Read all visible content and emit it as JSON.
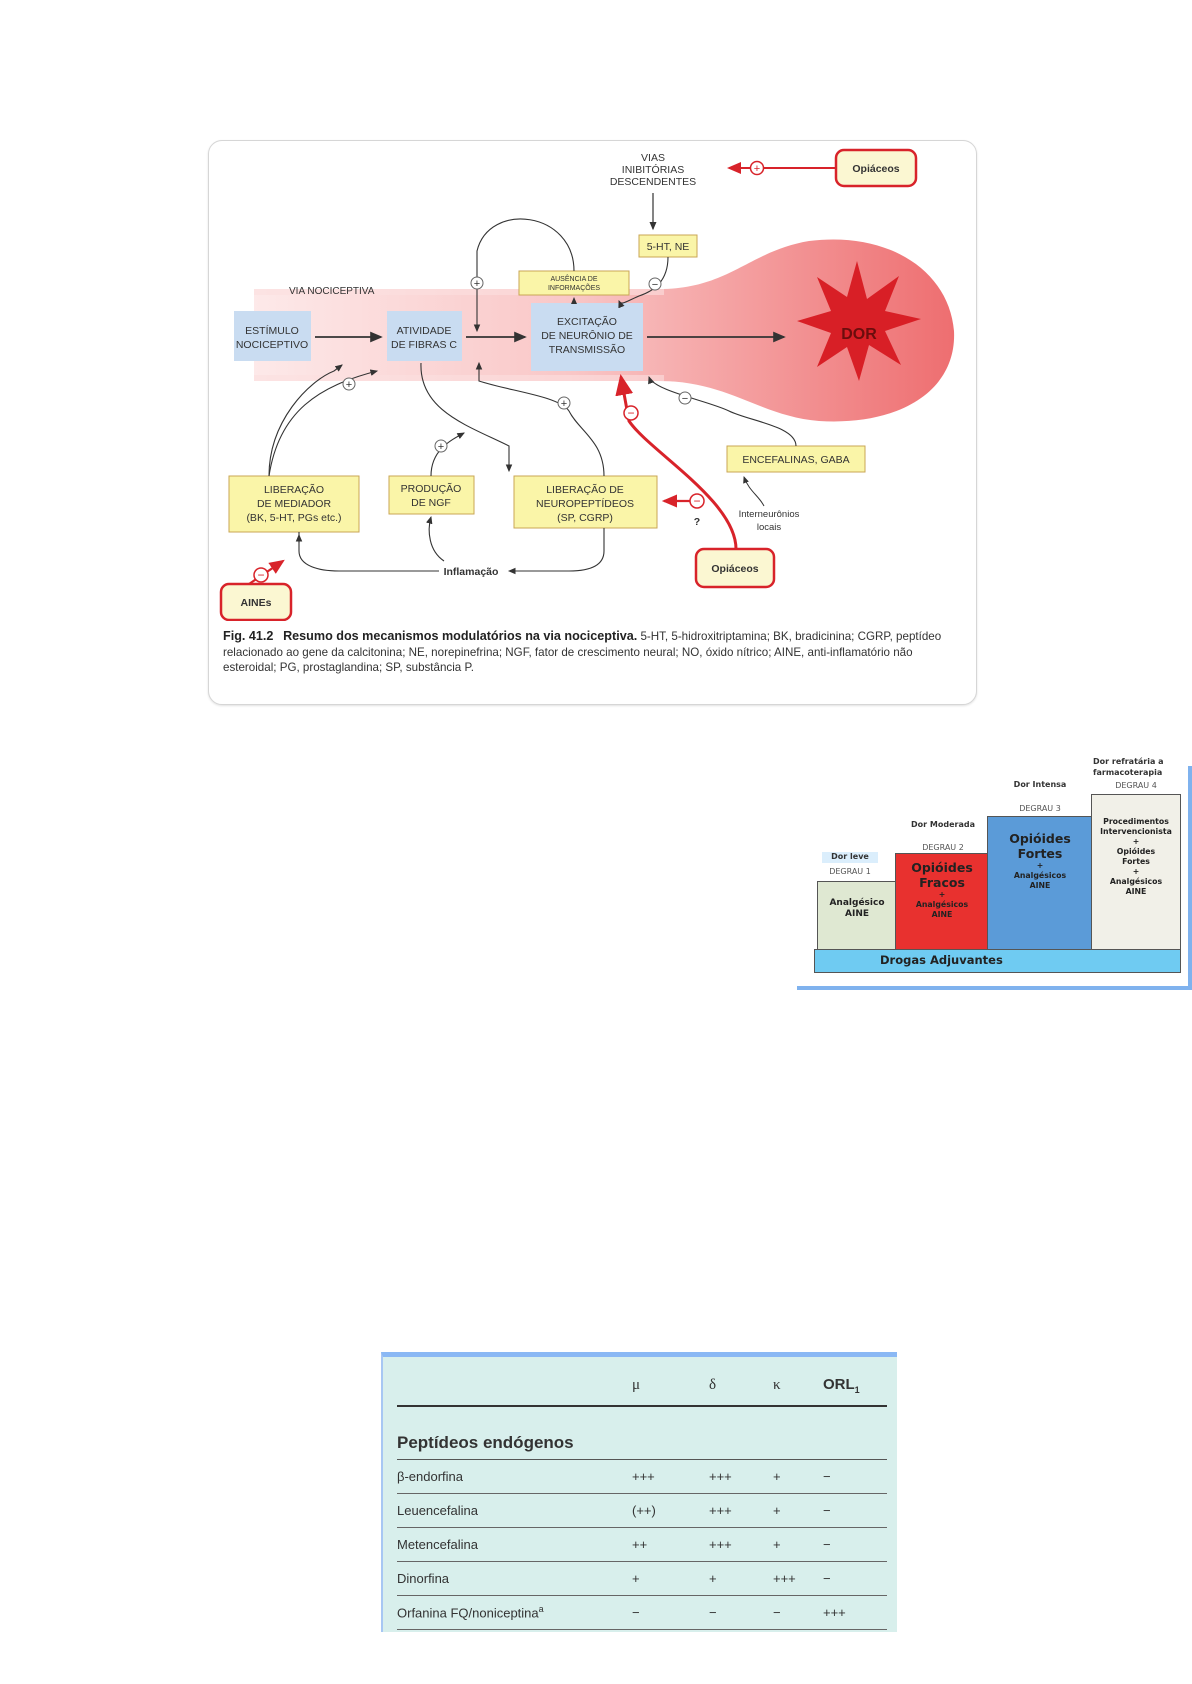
{
  "figure1": {
    "nodes": {
      "vias_inibitorias": [
        "VIAS",
        "INIBITÓRIAS",
        "DESCENDENTES"
      ],
      "opiaceos_top": "Opiáceos",
      "ht_ne": "5-HT, NE",
      "ausencia": [
        "AUSÊNCIA DE",
        "INFORMAÇÕES"
      ],
      "via_nociceptiva": "VIA NOCICEPTIVA",
      "estimulo": [
        "ESTÍMULO",
        "NOCICEPTIVO"
      ],
      "atividade": [
        "ATIVIDADE",
        "DE FIBRAS C"
      ],
      "excitacao": [
        "EXCITAÇÃO",
        "DE NEURÔNIO DE",
        "TRANSMISSÃO"
      ],
      "dor": "DOR",
      "liberacao_mediador": [
        "LIBERAÇÃO",
        "DE MEDIADOR",
        "(BK, 5-HT, PGs etc.)"
      ],
      "producao_ngf": [
        "PRODUÇÃO",
        "DE NGF"
      ],
      "liberacao_neuro": [
        "LIBERAÇÃO DE",
        "NEUROPEPTÍDEOS",
        "(SP, CGRP)"
      ],
      "encefalinas": "ENCEFALINAS, GABA",
      "interneuronios": [
        "Interneurônios",
        "locais"
      ],
      "question": "?",
      "inflamacao": "Inflamação",
      "aines": "AINEs",
      "opiaceos_bottom": "Opiáceos"
    },
    "signs": {
      "plus": "+",
      "minus": "−"
    },
    "caption": {
      "label": "Fig. 41.2",
      "title": "Resumo dos mecanismos modulatórios na via nociceptiva.",
      "body": "5-HT, 5-hidroxitriptamina; BK, bradicinina; CGRP, peptídeo relacionado ao gene da calcitonina; NE, norepinefrina; NGF, fator de crescimento neural; NO, óxido nítrico; AINE, anti-inflamatório não esteroidal; PG, prostaglandina; SP, substância P."
    },
    "colors": {
      "pathway": "#f28b8b",
      "dor_star": "#d81f26",
      "box_blue": "#c9dcf1",
      "box_yellow": "#faf5a8",
      "red_accent": "#d8232a"
    }
  },
  "ladder": {
    "steps": [
      {
        "pain": "Dor leve",
        "degree": "DEGRAU 1",
        "main": "",
        "detail": [
          "Analgésico",
          "AINE"
        ],
        "color": "#dfe8d2"
      },
      {
        "pain": "Dor Moderada",
        "degree": "DEGRAU 2",
        "main": "Opióides Fracos",
        "detail": [
          "+",
          "Analgésicos",
          "AINE"
        ],
        "color": "#e8312f"
      },
      {
        "pain": "Dor Intensa",
        "degree": "DEGRAU 3",
        "main": "Opióides Fortes",
        "detail": [
          "+",
          "Analgésicos",
          "AINE"
        ],
        "color": "#5b9bd8"
      },
      {
        "pain": "Dor refratária a farmacoterapia",
        "degree": "DEGRAU 4",
        "main": "",
        "detail": [
          "Procedimentos",
          "Intervencionista",
          "+",
          "Opióides",
          "Fortes",
          "+",
          "Analgésicos",
          "AINE"
        ],
        "color": "#f1f0e8"
      }
    ],
    "base": "Drogas Adjuvantes"
  },
  "table": {
    "headers": [
      "",
      "μ",
      "δ",
      "κ",
      "ORL"
    ],
    "orl_sub": "1",
    "section": "Peptídeos endógenos",
    "rows": [
      {
        "name": "β-endorfina",
        "sup": "",
        "values": [
          "+++",
          "+++",
          "+",
          "−"
        ]
      },
      {
        "name": "Leuencefalina",
        "sup": "",
        "values": [
          "(++)",
          "+++",
          "+",
          "−"
        ]
      },
      {
        "name": "Metencefalina",
        "sup": "",
        "values": [
          "++",
          "+++",
          "+",
          "−"
        ]
      },
      {
        "name": "Dinorfina",
        "sup": "",
        "values": [
          "+",
          "+",
          "+++",
          "−"
        ]
      },
      {
        "name": "Orfanina FQ/noniceptina",
        "sup": "a",
        "values": [
          "−",
          "−",
          "−",
          "+++"
        ]
      }
    ]
  }
}
